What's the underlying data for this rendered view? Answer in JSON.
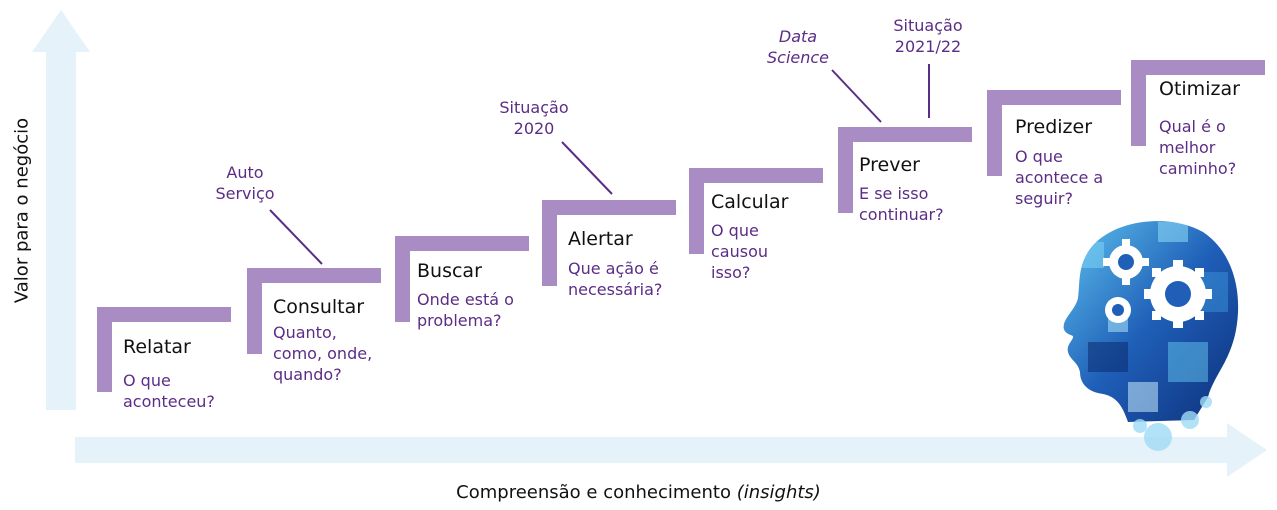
{
  "axes": {
    "y_label": "Valor para o negócio",
    "x_label": "Compreensão e conhecimento",
    "x_label_italic": "(insights)"
  },
  "steps": [
    {
      "title": "Relatar",
      "desc": "O que\naconteceu?"
    },
    {
      "title": "Consultar",
      "desc": "Quanto,\ncomo, onde,\nquando?"
    },
    {
      "title": "Buscar",
      "desc": "Onde está o\nproblema?"
    },
    {
      "title": "Alertar",
      "desc": "Que ação é\nnecessária?"
    },
    {
      "title": "Calcular",
      "desc": "O que\ncausou\nisso?"
    },
    {
      "title": "Prever",
      "desc": "E se isso\ncontinuar?"
    },
    {
      "title": "Predizer",
      "desc": "O que\nacontece a\nseguir?"
    },
    {
      "title": "Otimizar",
      "desc": "Qual é o\nmelhor\ncaminho?"
    }
  ],
  "annotations": {
    "auto_servico": "Auto\nServiço",
    "situacao_2020": "Situação\n2020",
    "data_science": "Data\nScience",
    "situacao_2021": "Situação\n2021/22"
  },
  "colors": {
    "step_bar": "#a88cc3",
    "description_text": "#5b2d86",
    "axis_arrow": "#e6f2fa",
    "head_main": "#1f5fb8"
  },
  "icons": [
    "head-gears-icon"
  ]
}
